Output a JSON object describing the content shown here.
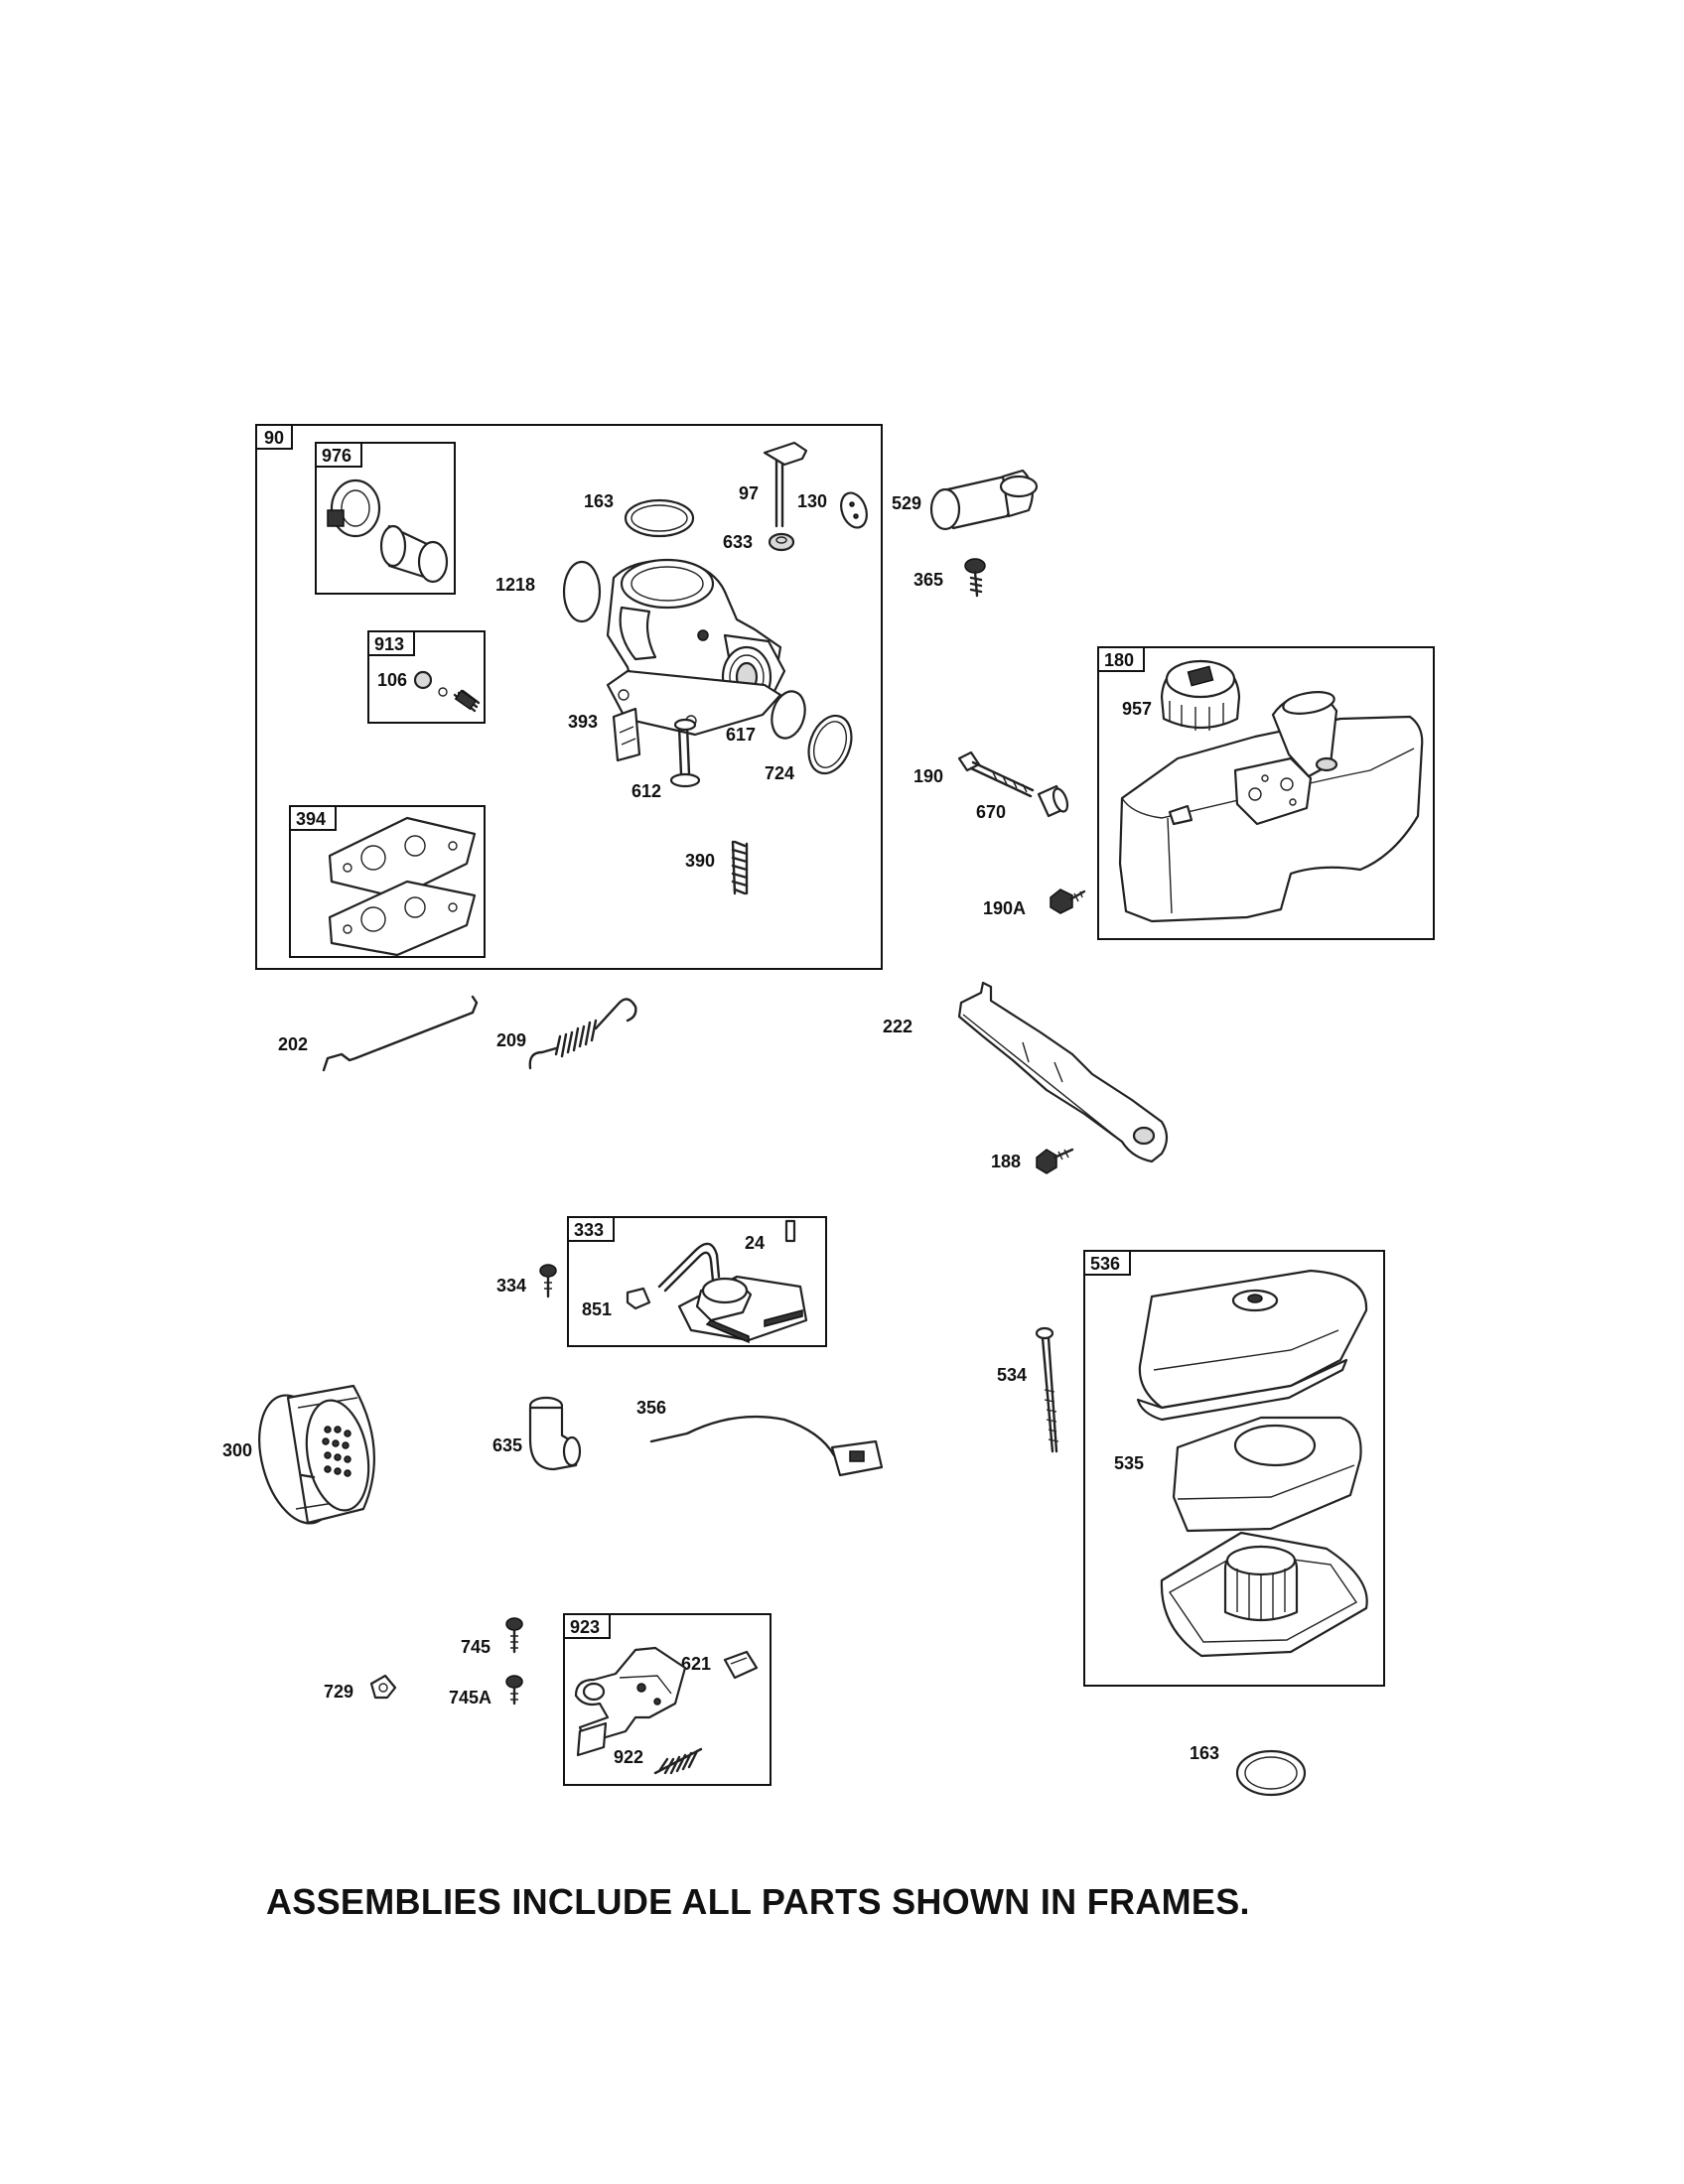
{
  "frames": {
    "f90": "90",
    "f976": "976",
    "f913": "913",
    "f394": "394",
    "f180": "180",
    "f333": "333",
    "f536": "536",
    "f923": "923"
  },
  "parts": {
    "p163a": "163",
    "p97": "97",
    "p130": "130",
    "p633": "633",
    "p1218": "1218",
    "p106": "106",
    "p393": "393",
    "p617": "617",
    "p724": "724",
    "p612": "612",
    "p390": "390",
    "p529": "529",
    "p365": "365",
    "p957": "957",
    "p190": "190",
    "p670": "670",
    "p190A": "190A",
    "p202": "202",
    "p209": "209",
    "p222": "222",
    "p188": "188",
    "p24": "24",
    "p334": "334",
    "p851": "851",
    "p300": "300",
    "p635": "635",
    "p356": "356",
    "p534": "534",
    "p535": "535",
    "p745": "745",
    "p729": "729",
    "p745A": "745A",
    "p621": "621",
    "p922": "922",
    "p163b": "163"
  },
  "footer_note": "ASSEMBLIES INCLUDE ALL PARTS SHOWN IN FRAMES."
}
